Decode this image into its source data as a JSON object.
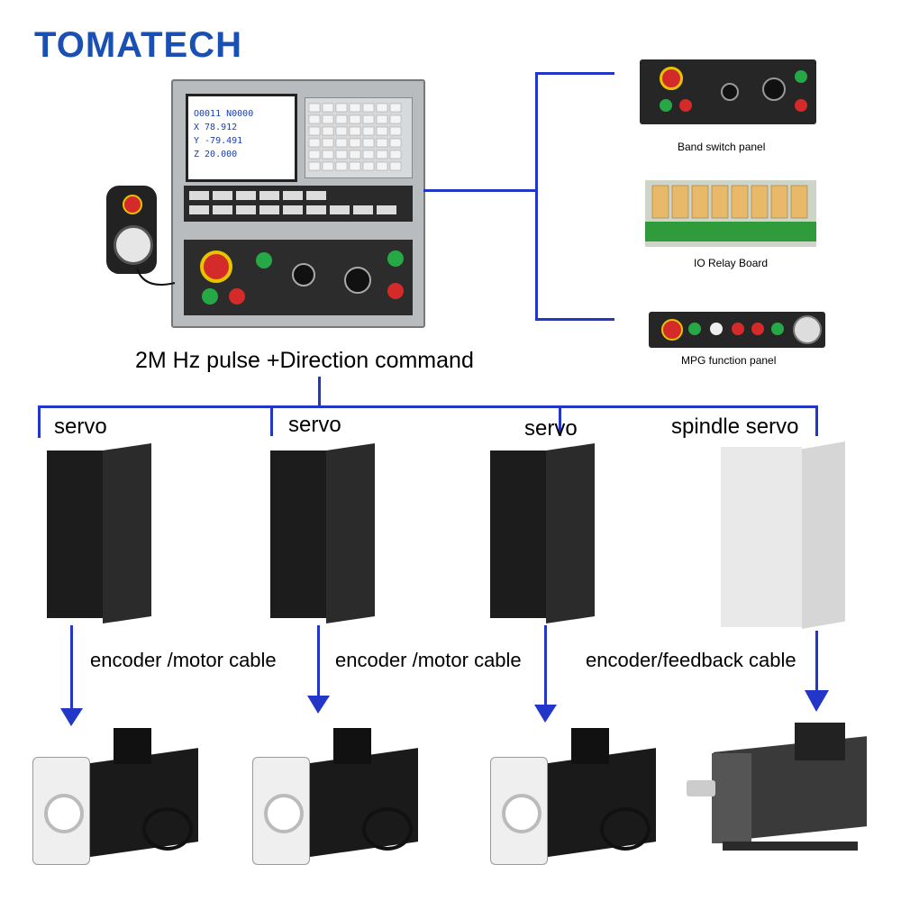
{
  "brand": "TOMATECH",
  "controller": {
    "screen_lines": [
      "O0011 N0000",
      "X   78.912",
      "Y  -79.491",
      "Z   20.000"
    ]
  },
  "labels": {
    "pulse_command": "2M Hz pulse +Direction command",
    "band_switch_panel": "Band switch panel",
    "io_relay_board": "IO Relay Board",
    "mpg_function_panel": "MPG function panel"
  },
  "drives": [
    {
      "label": "servo"
    },
    {
      "label": "servo"
    },
    {
      "label": "servo"
    },
    {
      "label": "spindle servo"
    }
  ],
  "cables": [
    {
      "label": "encoder /motor cable"
    },
    {
      "label": "encoder /motor cable"
    },
    {
      "label": "encoder/feedback cable"
    }
  ],
  "colors": {
    "line": "#2236c8",
    "brand": "#1a4fb3",
    "accent_red": "#d42a2a"
  }
}
